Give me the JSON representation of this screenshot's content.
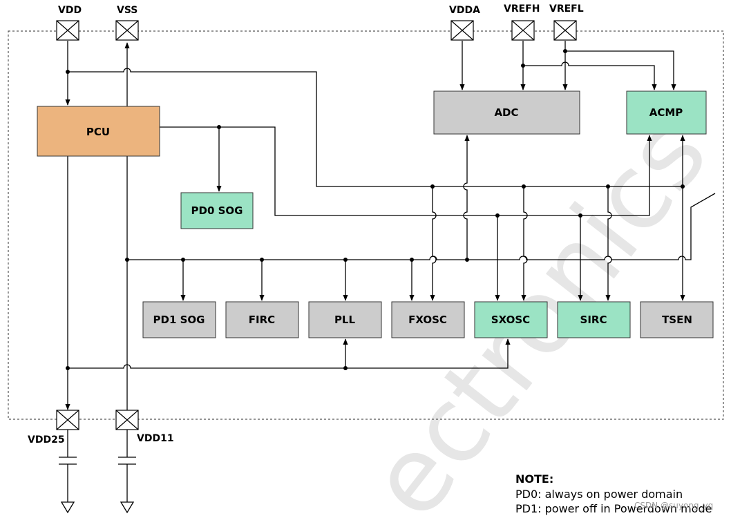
{
  "pins": {
    "vdd": "VDD",
    "vss": "VSS",
    "vdda": "VDDA",
    "vrefh": "VREFH",
    "vrefl": "VREFL",
    "vdd25": "VDD25",
    "vdd11": "VDD11"
  },
  "blocks": {
    "pcu": "PCU",
    "adc": "ADC",
    "acmp": "ACMP",
    "pd0_sog": "PD0 SOG",
    "pd1_sog": "PD1 SOG",
    "firc": "FIRC",
    "pll": "PLL",
    "fxosc": "FXOSC",
    "sxosc": "SXOSC",
    "sirc": "SIRC",
    "tsen": "TSEN"
  },
  "colors": {
    "pcu": "#ecb47e",
    "powered_on": "#9be3c4",
    "power_off": "#cccccc"
  },
  "note": {
    "title": "NOTE:",
    "line1": "PD0: always on power domain",
    "line2": "PD1: power off in Powerdown mode"
  },
  "watermark": {
    "text": "ectronics",
    "credit": "CSDN @suyong_yq"
  }
}
